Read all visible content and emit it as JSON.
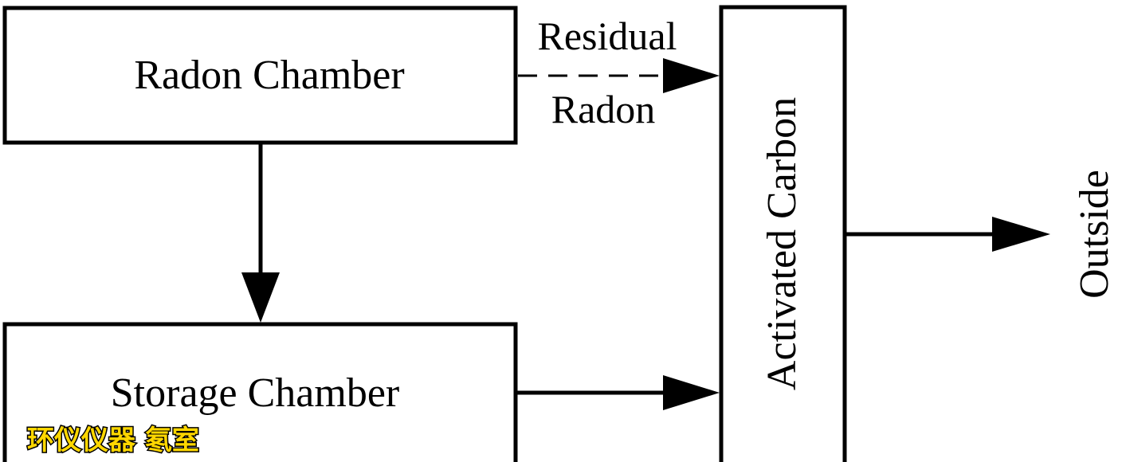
{
  "nodes": {
    "radon_chamber": "Radon Chamber",
    "storage_chamber": "Storage Chamber",
    "activated_carbon": "Activated Carbon",
    "outside": "Outside"
  },
  "edges": {
    "residual_line1": "Residual",
    "residual_line2": "Radon"
  },
  "watermark": "环仪仪器 氡室",
  "colors": {
    "stroke": "#000000",
    "background": "#ffffff",
    "watermark_fill": "#ffd700"
  }
}
